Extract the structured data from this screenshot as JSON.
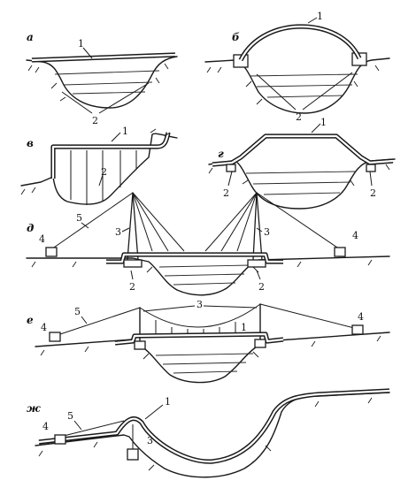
{
  "panels": [
    {
      "letter": "а",
      "labels": [
        "1",
        "2"
      ]
    },
    {
      "letter": "б",
      "labels": [
        "1",
        "2"
      ]
    },
    {
      "letter": "в",
      "labels": [
        "1",
        "2"
      ]
    },
    {
      "letter": "г",
      "labels": [
        "1",
        "2",
        "2"
      ]
    },
    {
      "letter": "д",
      "labels": [
        "5",
        "4",
        "3",
        "3",
        "4",
        "2",
        "2"
      ]
    },
    {
      "letter": "е",
      "labels": [
        "5",
        "3",
        "4",
        "4",
        "1"
      ]
    },
    {
      "letter": "ж",
      "labels": [
        "5",
        "1",
        "4",
        "3"
      ]
    }
  ]
}
